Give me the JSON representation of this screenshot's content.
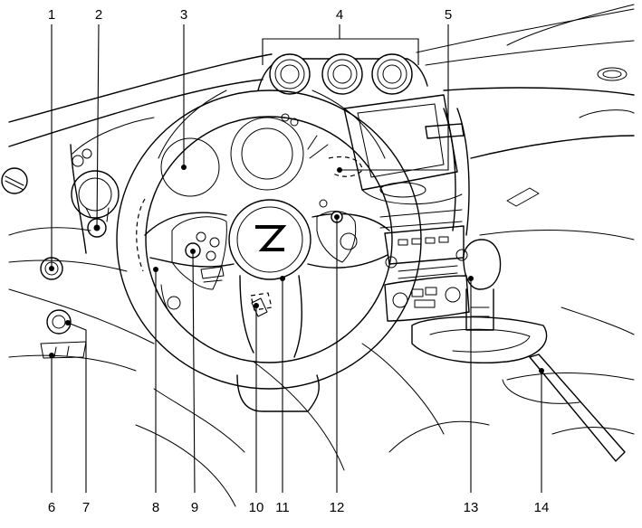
{
  "callouts": [
    {
      "id": "1",
      "label": "1"
    },
    {
      "id": "2",
      "label": "2"
    },
    {
      "id": "3",
      "label": "3"
    },
    {
      "id": "4",
      "label": "4"
    },
    {
      "id": "5",
      "label": "5"
    },
    {
      "id": "6",
      "label": "6"
    },
    {
      "id": "7",
      "label": "7"
    },
    {
      "id": "8",
      "label": "8"
    },
    {
      "id": "9",
      "label": "9"
    },
    {
      "id": "10",
      "label": "10"
    },
    {
      "id": "11",
      "label": "11"
    },
    {
      "id": "12",
      "label": "12"
    },
    {
      "id": "13",
      "label": "13"
    },
    {
      "id": "14",
      "label": "14"
    }
  ],
  "colors": {
    "line": "#000000",
    "background": "#ffffff"
  }
}
